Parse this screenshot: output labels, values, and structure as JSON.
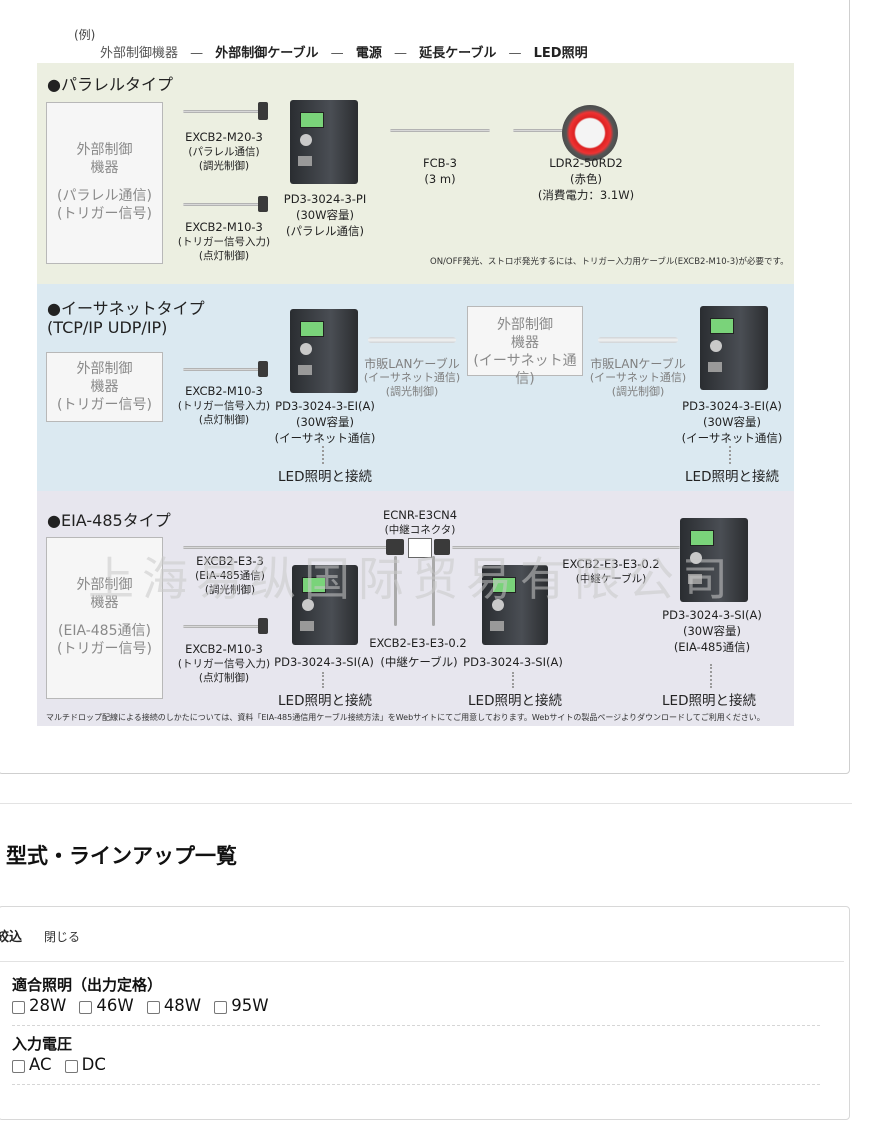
{
  "diagram": {
    "example_label": "(例)",
    "chain": [
      "外部制御機器",
      "外部制御ケーブル",
      "電源",
      "延長ケーブル",
      "LED照明"
    ],
    "chain_sep": "—",
    "parallel": {
      "title": "●パラレルタイプ",
      "box": [
        "外部制御",
        "機器",
        "(パラレル通信)",
        "(トリガー信号)"
      ],
      "cable1": [
        "EXCB2-M20-3",
        "(パラレル通信)",
        "(調光制御)"
      ],
      "cable2": [
        "EXCB2-M10-3",
        "(トリガー信号入力)",
        "(点灯制御)"
      ],
      "controller": [
        "PD3-3024-3-PI",
        "(30W容量)",
        "(パラレル通信)"
      ],
      "ext_cable": [
        "FCB-3",
        "(3 m)"
      ],
      "light": [
        "LDR2-50RD2",
        "(赤色)",
        "(消費電力：3.1W)"
      ],
      "note": "ON/OFF発光、ストロボ発光するには、トリガー入力用ケーブル(EXCB2-M10-3)が必要です。"
    },
    "ethernet": {
      "title_line1": "●イーサネットタイプ",
      "title_line2": "(TCP/IP UDP/IP)",
      "box": [
        "外部制御",
        "機器",
        "(トリガー信号)"
      ],
      "cable": [
        "EXCB2-M10-3",
        "(トリガー信号入力)",
        "(点灯制御)"
      ],
      "controller": [
        "PD3-3024-3-EI(A)",
        "(30W容量)",
        "(イーサネット通信)"
      ],
      "lan1": [
        "市販LANケーブル",
        "(イーサネット通信)",
        "(調光制御)"
      ],
      "box2": [
        "外部制御",
        "機器",
        "(イーサネット通信)"
      ],
      "lan2": [
        "市販LANケーブル",
        "(イーサネット通信)",
        "(調光制御)"
      ],
      "controller2": [
        "PD3-3024-3-EI(A)",
        "(30W容量)",
        "(イーサネット通信)"
      ],
      "led_connect": "LED照明と接続"
    },
    "eia": {
      "title": "●EIA-485タイプ",
      "box": [
        "外部制御",
        "機器",
        "(EIA-485通信)",
        "(トリガー信号)"
      ],
      "cable1": [
        "EXCB2-E3-3",
        "(EIA-485通信)",
        "(調光制御)"
      ],
      "cable2": [
        "EXCB2-M10-3",
        "(トリガー信号入力)",
        "(点灯制御)"
      ],
      "connector": [
        "ECNR-E3CN4",
        "(中継コネクタ)"
      ],
      "relay_right": [
        "EXCB2-E3-E3-0.2",
        "(中継ケーブル)"
      ],
      "relay_mid_code": "EXCB2-E3-E3-0.2",
      "relay_mid_sub": "(中継ケーブル)",
      "controller_a": "PD3-3024-3-SI(A)",
      "controller_b": "PD3-3024-3-SI(A)",
      "controller_c": [
        "PD3-3024-3-SI(A)",
        "(30W容量)",
        "(EIA-485通信)"
      ],
      "led_connect": "LED照明と接続",
      "note": "マルチドロップ配線による接続のしかたについては、資料「EIA-485通信用ケーブル接続方法」をWebサイトにてご用意しております。Webサイトの製品ページよりダウンロードしてご利用ください。"
    },
    "watermark": "上海易纵国际贸易有限公司"
  },
  "lineup": {
    "title": "型式・ラインアップ一覧",
    "filter_label": "絞込",
    "close_label": "閉じる",
    "groups": [
      {
        "title": "適合照明（出力定格）",
        "options": [
          "28W",
          "46W",
          "48W",
          "95W"
        ]
      },
      {
        "title": "入力電圧",
        "options": [
          "AC",
          "DC"
        ]
      }
    ]
  }
}
